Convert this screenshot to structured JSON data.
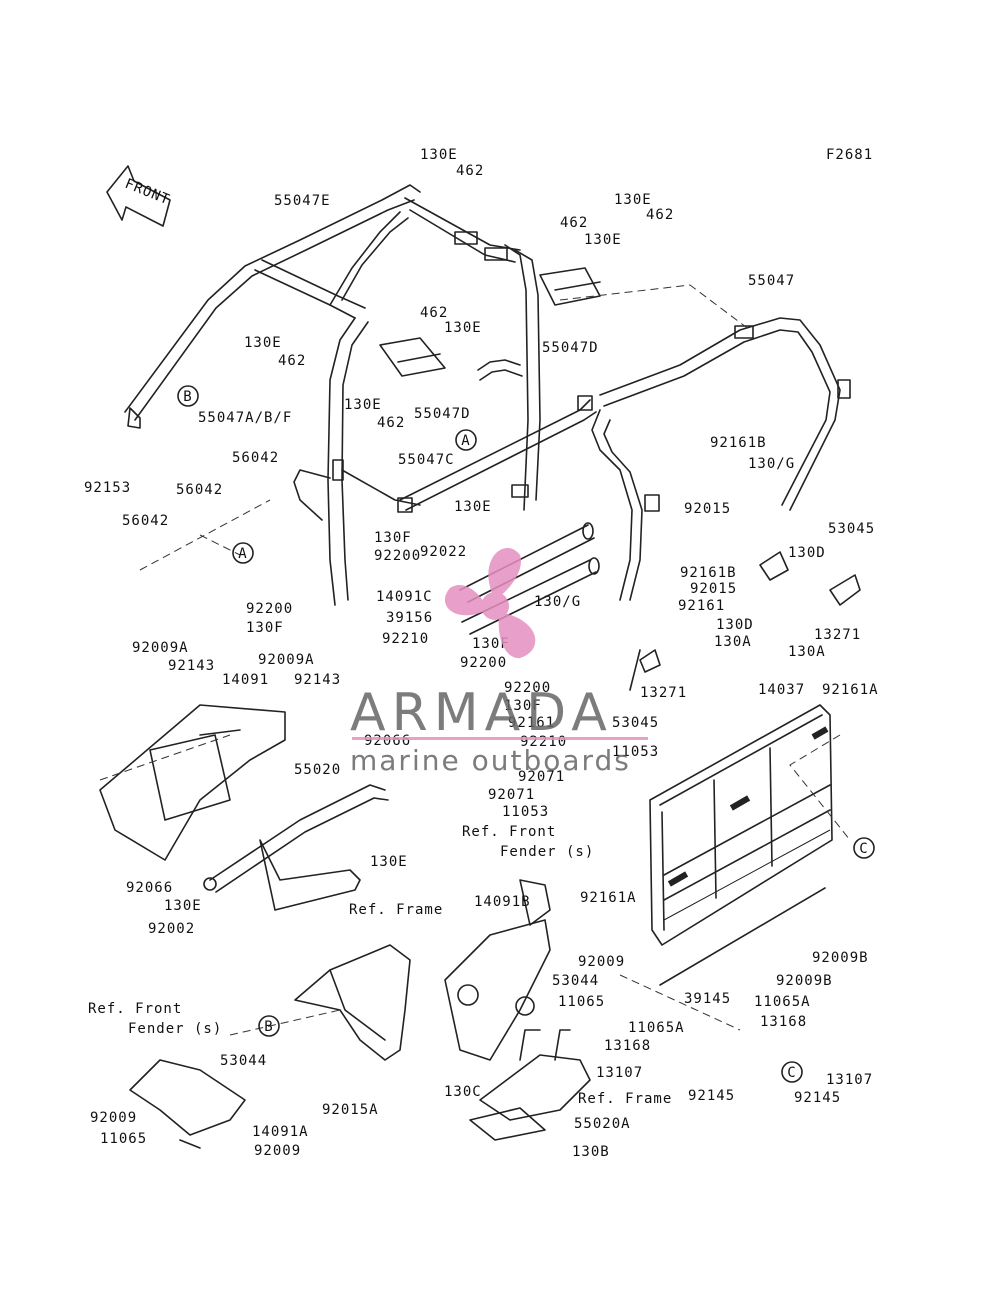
{
  "figure_id": "F2681",
  "front_arrow_label": "FRONT",
  "watermark": {
    "brand": "ARMADA",
    "tagline": "marine outboards",
    "accent_color": "#e48fc0",
    "text_color": "#666666"
  },
  "callouts": [
    "A",
    "A",
    "B",
    "B",
    "C",
    "C"
  ],
  "ref_labels": {
    "front_fender_1": [
      "Ref. Front",
      "Fender (s)"
    ],
    "frame_1": "Ref. Frame",
    "front_fender_2": [
      "Ref. Front",
      "Fender (s)"
    ],
    "frame_2": "Ref. Frame"
  },
  "part_numbers": [
    "130E",
    "462",
    "55047E",
    "462",
    "130E",
    "130E",
    "462",
    "130E",
    "462",
    "130E",
    "462",
    "55047D",
    "55047",
    "130E",
    "462",
    "55047D",
    "55047A/B/F",
    "92153",
    "56042",
    "56042",
    "56042",
    "55047C",
    "130E",
    "130F",
    "92200",
    "92022",
    "14091C",
    "39156",
    "130/G",
    "92200",
    "130F",
    "92210",
    "130F",
    "92200",
    "92161B",
    "130/G",
    "92015",
    "53045",
    "92161B",
    "92015",
    "130D",
    "92161",
    "13271",
    "130D",
    "130A",
    "130A",
    "13271",
    "92200",
    "130F",
    "92161",
    "53045",
    "92210",
    "11053",
    "92071",
    "92071",
    "11053",
    "14037",
    "92161A",
    "92009A",
    "92143",
    "14091",
    "92009A",
    "92143",
    "92066",
    "55020",
    "130E",
    "92066",
    "130E",
    "92002",
    "92161A",
    "14091B",
    "92009",
    "53044",
    "11065",
    "92009B",
    "92009B",
    "39145",
    "11065A",
    "13168",
    "11065A",
    "13168",
    "13107",
    "92145",
    "13107",
    "92145",
    "53044",
    "92015A",
    "130C",
    "55020A",
    "130B",
    "92009",
    "11065",
    "14091A",
    "92009"
  ]
}
